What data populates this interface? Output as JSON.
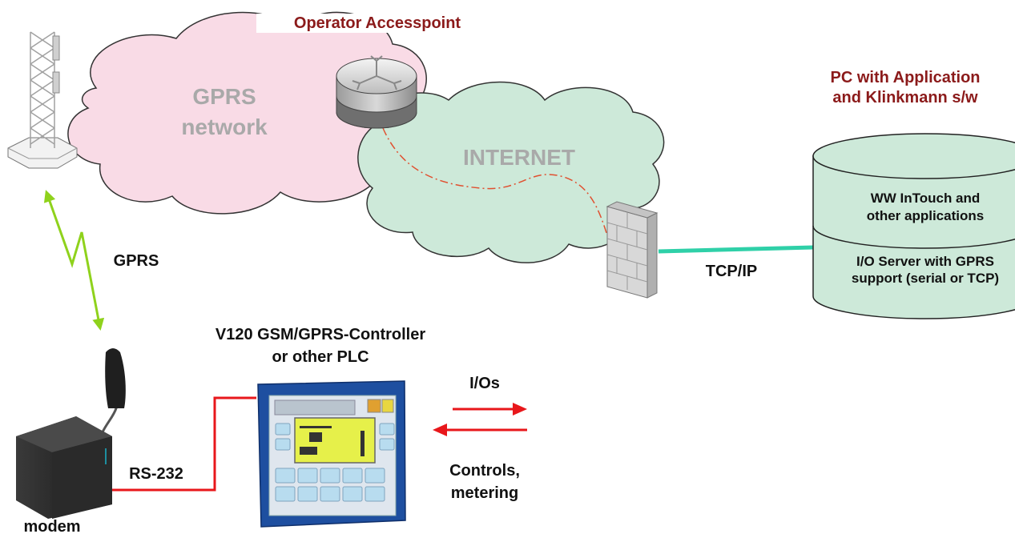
{
  "labels": {
    "operator_accesspoint": "Operator Accesspoint",
    "gprs_network_1": "GPRS",
    "gprs_network_2": "network",
    "internet": "INTERNET",
    "pc_app_1": "PC with  Application",
    "pc_app_2": "and Klinkmann s/w",
    "ww_intouch_1": "WW InTouch and",
    "ww_intouch_2": "other applications",
    "io_server_1": "I/O Server with GPRS",
    "io_server_2": "support (serial or TCP)",
    "tcpip": "TCP/IP",
    "gprs_link": "GPRS",
    "controller_1": "V120 GSM/GPRS-Controller",
    "controller_2": "or other PLC",
    "ios": "I/Os",
    "controls_1": "Controls,",
    "controls_2": "metering",
    "rs232": "RS-232",
    "modem": "modem"
  },
  "colors": {
    "gprs_cloud": "#f9dbe6",
    "internet_cloud": "#cde9d9",
    "dark_red_label": "#8b1a1a",
    "red_line": "#e8171b",
    "tcp_line": "#2fd0a8",
    "gprs_arrow": "#8fd21c",
    "cylinder": "#cde9d9",
    "route_dash": "#e05030"
  },
  "icons": [
    "antenna-tower-icon",
    "router-icon",
    "firewall-icon",
    "database-cylinder-icon",
    "gsm-modem-icon",
    "plc-controller-icon"
  ]
}
